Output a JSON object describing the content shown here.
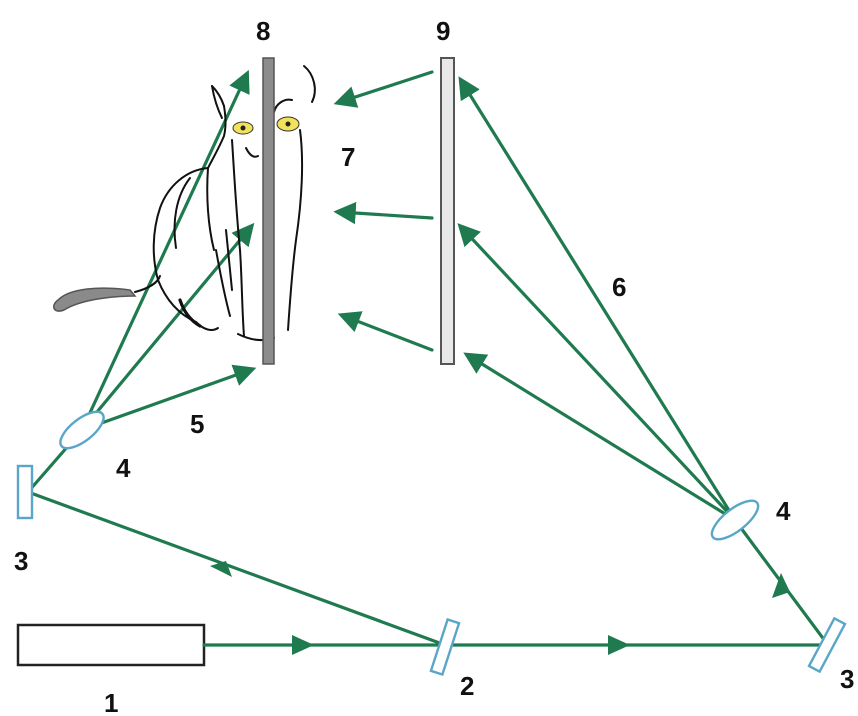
{
  "labels": {
    "laser": "1",
    "beam_splitter": "2",
    "mirror_left": "3",
    "mirror_right": "3",
    "lens_left": "4",
    "lens_right": "4",
    "object_beam": "5",
    "reference_beam": "6",
    "object": "7",
    "plate_object": "8",
    "plate_hologram": "9"
  },
  "colors": {
    "beam": "#1f7a4f",
    "optics": "#5aa6c8",
    "plate_object": "#8c8c8c",
    "plate_hologram": "#d9d9d9",
    "cat_eyes": "#f2e15a"
  }
}
